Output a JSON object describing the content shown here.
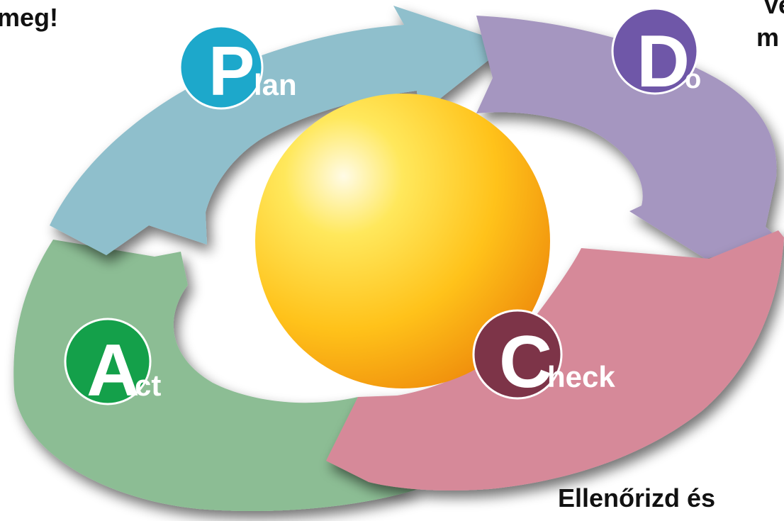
{
  "corner_texts": {
    "top_left": "meg!",
    "top_right_line1": "Ve",
    "top_right_line2": "m",
    "bottom_right": "Ellenőrizd  és"
  },
  "stages": [
    {
      "key": "plan",
      "letter": "P",
      "rest": "lan",
      "arrow_color": "#8fbfcc",
      "badge_color": "#1da8cb"
    },
    {
      "key": "do",
      "letter": "D",
      "rest": "o",
      "arrow_color": "#a596c0",
      "badge_color": "#6f57a8"
    },
    {
      "key": "check",
      "letter": "C",
      "rest": "heck",
      "arrow_color": "#d68999",
      "badge_color": "#7d3448"
    },
    {
      "key": "act",
      "letter": "A",
      "rest": "ct",
      "arrow_color": "#8cbd94",
      "badge_color": "#14a04a"
    }
  ],
  "center_sphere": {
    "colors": [
      "#fffbe6",
      "#ffe85c",
      "#ffc21a",
      "#f08f0c"
    ]
  }
}
